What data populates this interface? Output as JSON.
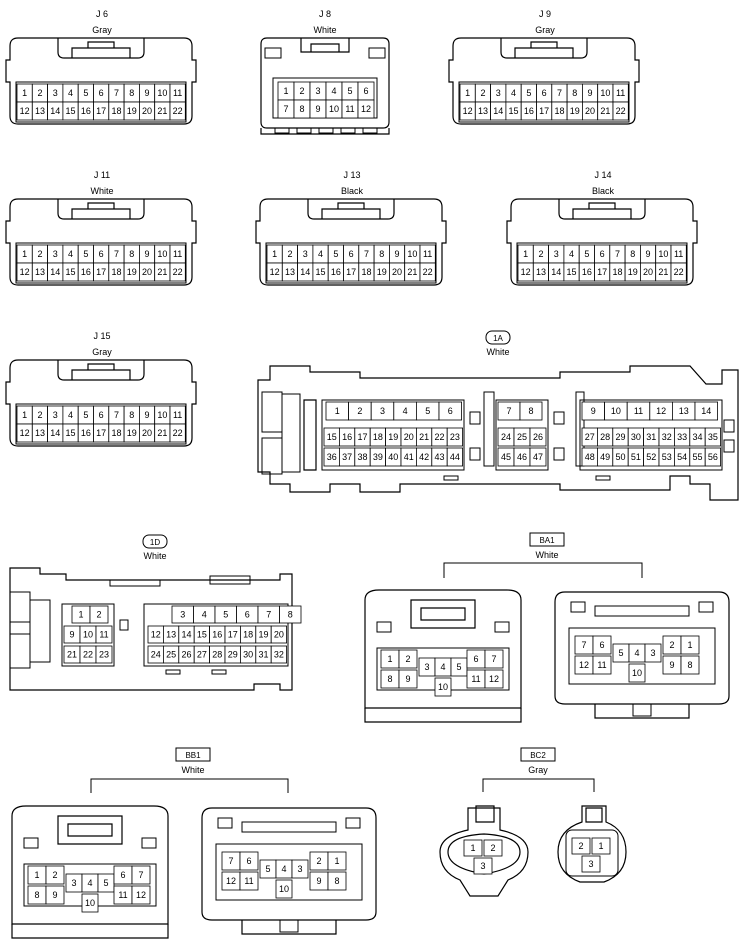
{
  "connectors": [
    {
      "id": "J6",
      "title": "J 6",
      "color": "Gray",
      "type": "std22"
    },
    {
      "id": "J8",
      "title": "J 8",
      "color": "White",
      "type": "std12"
    },
    {
      "id": "J9",
      "title": "J 9",
      "color": "Gray",
      "type": "std22"
    },
    {
      "id": "J11",
      "title": "J 11",
      "color": "White",
      "type": "std22"
    },
    {
      "id": "J13",
      "title": "J 13",
      "color": "Black",
      "type": "std22"
    },
    {
      "id": "J14",
      "title": "J 14",
      "color": "Black",
      "type": "std22"
    },
    {
      "id": "J15",
      "title": "J 15",
      "color": "Gray",
      "type": "std22"
    },
    {
      "id": "1A",
      "title": "1A",
      "color": "White",
      "type": "big56",
      "boxed": true
    },
    {
      "id": "1D",
      "title": "1D",
      "color": "White",
      "type": "big32",
      "boxed": true
    },
    {
      "id": "BA1",
      "title": "BA1",
      "color": "White",
      "type": "pair12",
      "boxed": true
    },
    {
      "id": "BB1",
      "title": "BB1",
      "color": "White",
      "type": "pair12",
      "boxed": true
    },
    {
      "id": "BC2",
      "title": "BC2",
      "color": "Gray",
      "type": "pair3",
      "boxed": true
    }
  ]
}
